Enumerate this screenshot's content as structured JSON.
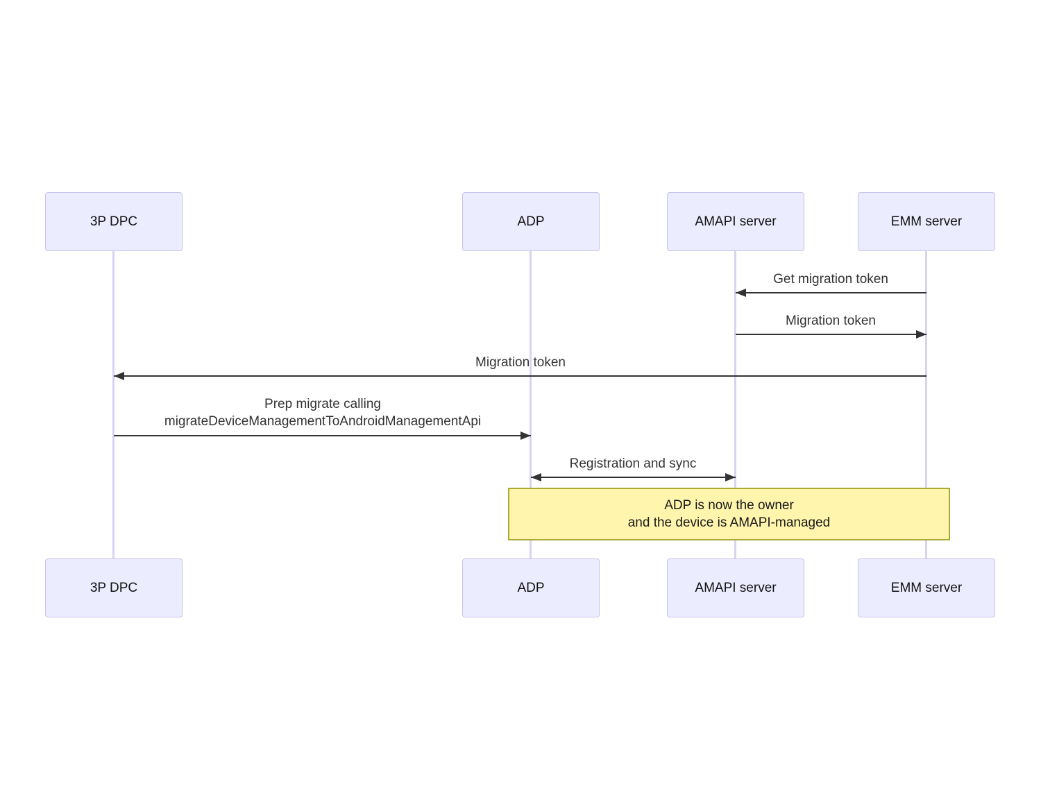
{
  "diagram": {
    "type": "sequence",
    "actors": [
      {
        "id": "3p-dpc",
        "label": "3P DPC"
      },
      {
        "id": "adp",
        "label": "ADP"
      },
      {
        "id": "amapi-server",
        "label": "AMAPI server"
      },
      {
        "id": "emm-server",
        "label": "EMM server"
      }
    ],
    "messages": [
      {
        "label": "Get migration token",
        "from": "EMM server",
        "to": "AMAPI server",
        "bidirectional": false
      },
      {
        "label": "Migration token",
        "from": "AMAPI server",
        "to": "EMM server",
        "bidirectional": false
      },
      {
        "label": "Migration token",
        "from": "EMM server",
        "to": "3P DPC",
        "bidirectional": false
      },
      {
        "label": "Prep migrate calling\nmigrateDeviceManagementToAndroidManagementApi",
        "from": "3P DPC",
        "to": "ADP",
        "bidirectional": false
      },
      {
        "label": "Registration and sync",
        "from": "ADP",
        "to": "AMAPI server",
        "bidirectional": true
      }
    ],
    "note": {
      "text": "ADP is now the owner\nand the device is AMAPI-managed",
      "spans": [
        "ADP",
        "EMM server"
      ]
    },
    "colors": {
      "background": "#ffffff",
      "actor_fill": "#ececff",
      "actor_border": "#c9c2ea",
      "actor_text": "#111111",
      "lifeline": "#d9d2f0",
      "arrow": "#333333",
      "message_text": "#333333",
      "note_fill": "#fff5ad",
      "note_border": "#aaaa33",
      "note_text": "#1a1a1a"
    }
  }
}
